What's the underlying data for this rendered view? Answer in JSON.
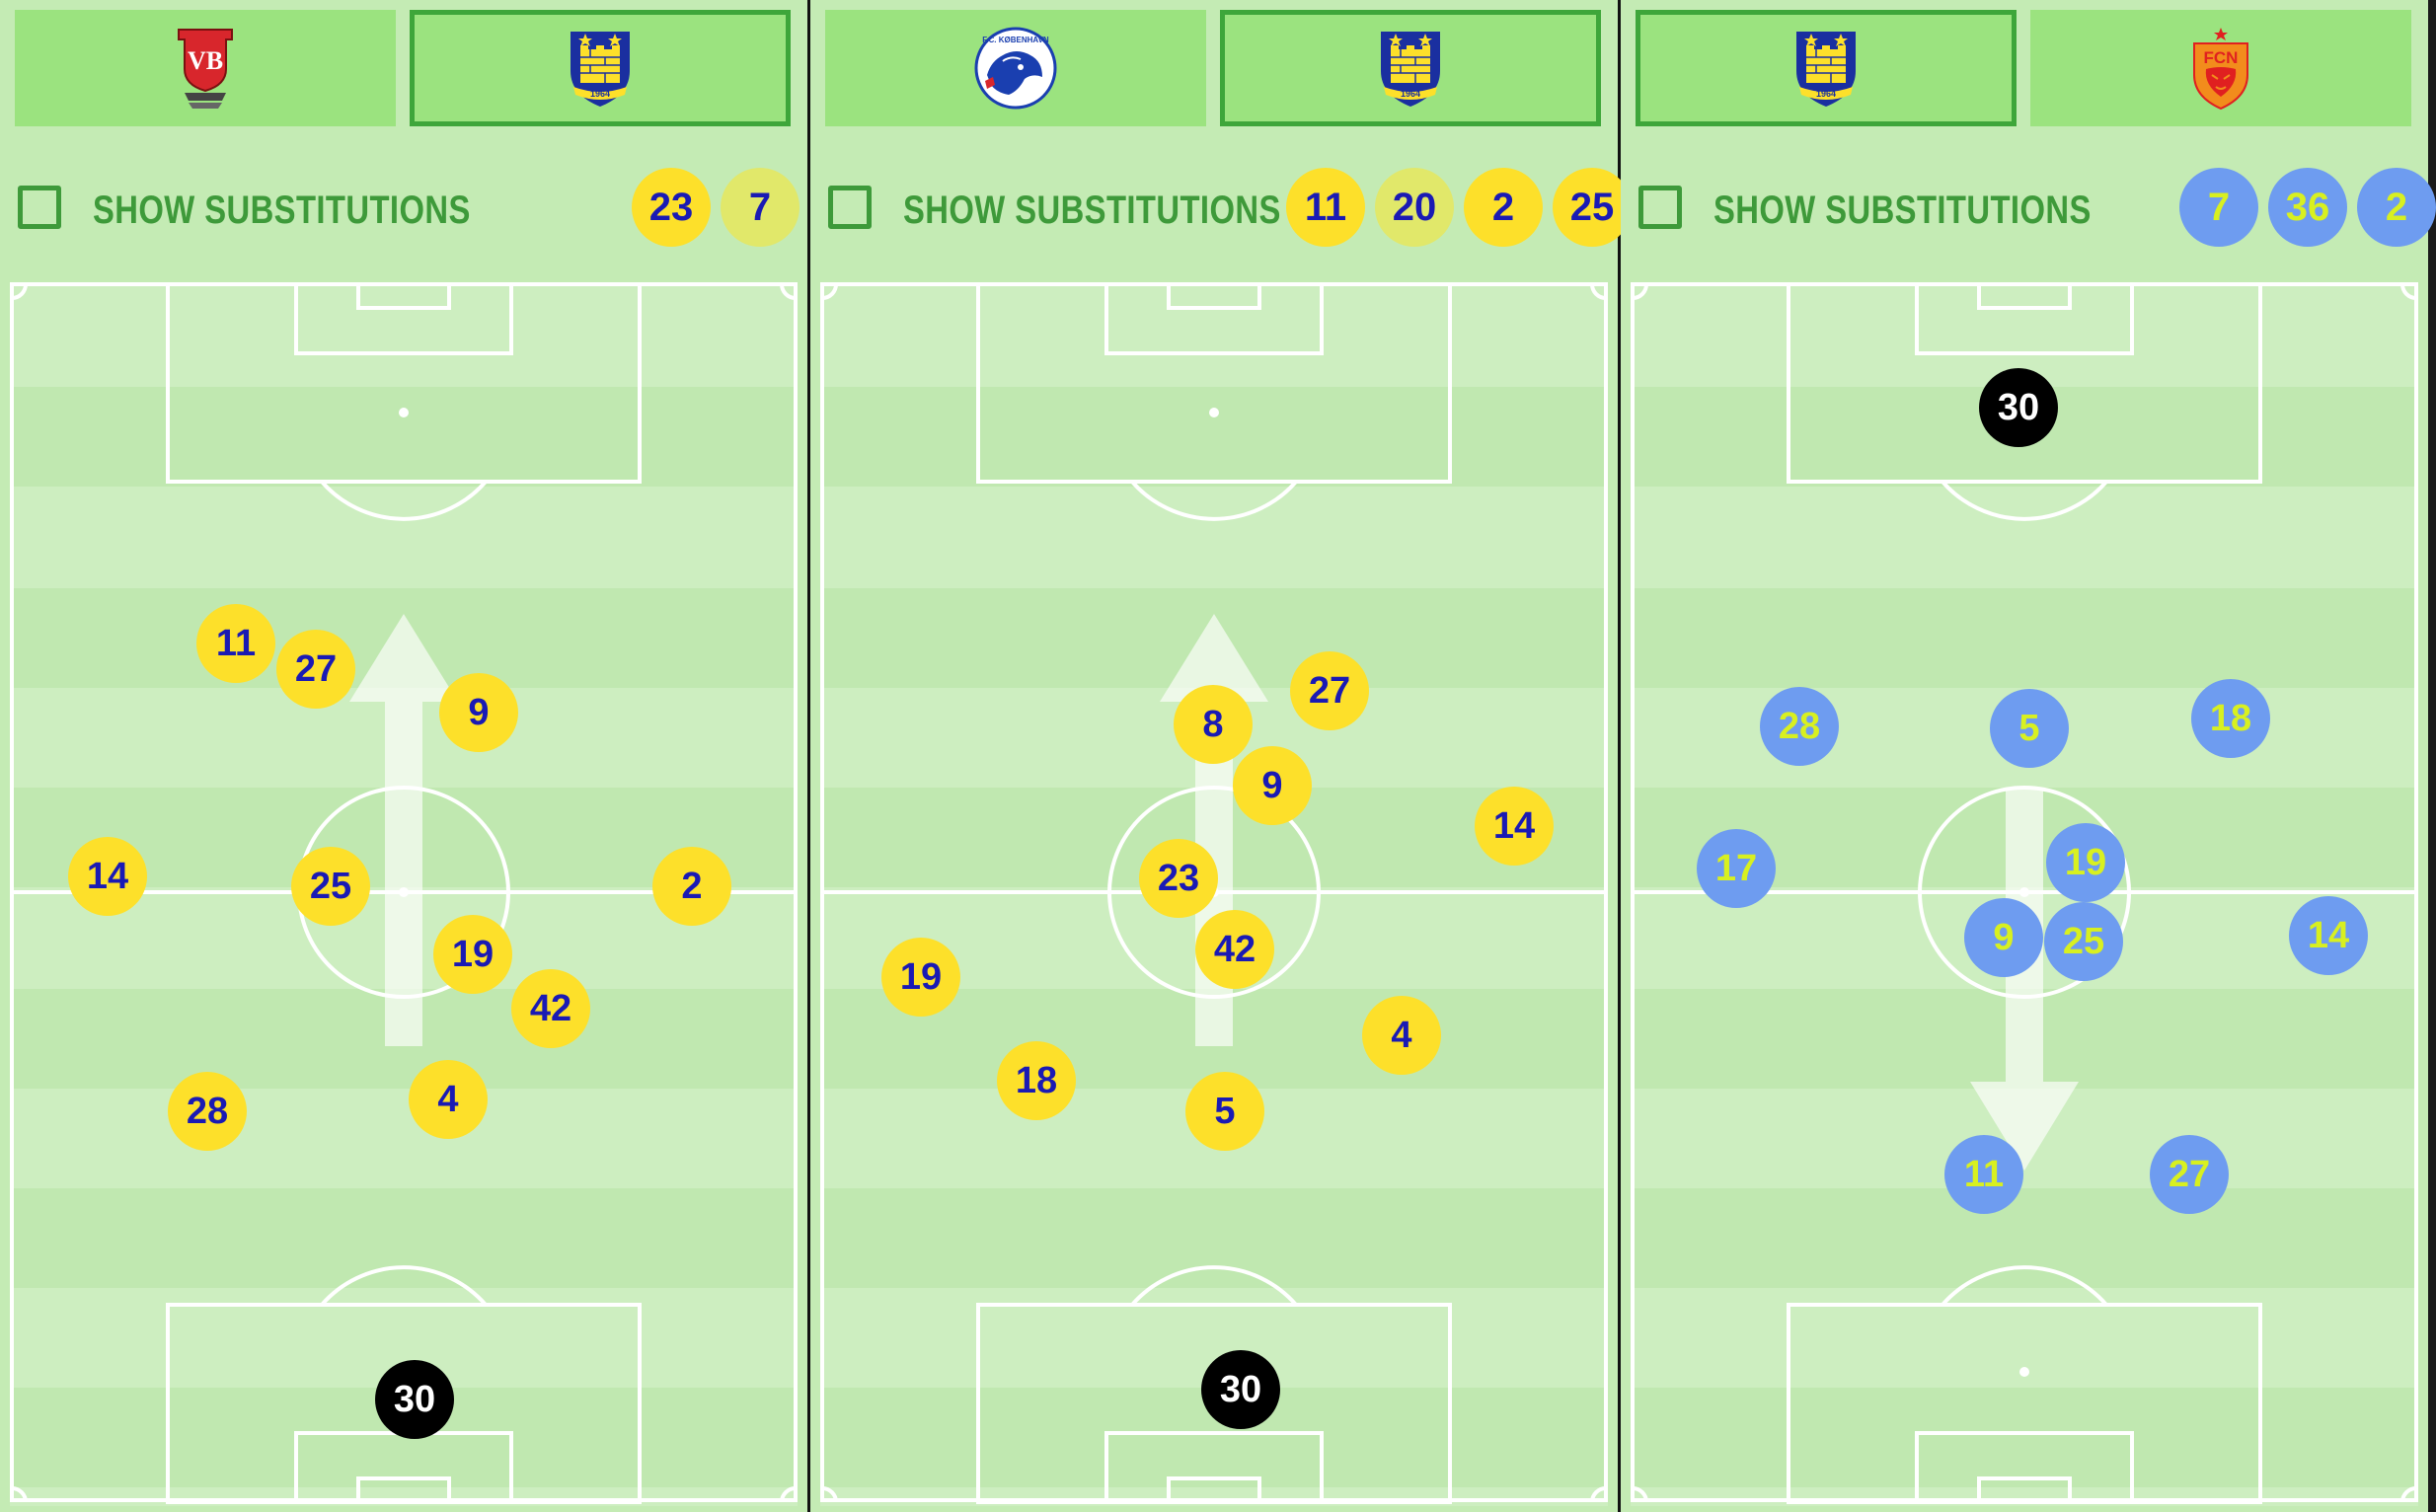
{
  "colors": {
    "pitch_light": "#cdeec0",
    "pitch_dark": "#c0e8b0",
    "tab_bg": "#9be37f",
    "tab_border": "#3ea63a",
    "label": "#3e9a3a",
    "yellow_player": "#fde02a",
    "yellow_number": "#1a1ab4",
    "blue_player": "#6e9cf0",
    "blue_number": "#d8f020",
    "keeper": "#000000"
  },
  "panels": [
    {
      "tabs": [
        {
          "team": "Vejle Boldklub",
          "crest": "vejle-crest-icon",
          "selected": false
        },
        {
          "team": "Brøndby IF",
          "crest": "brondby-crest-icon",
          "selected": true
        }
      ],
      "show_substitutions": {
        "label": "SHOW SUBSTITUTIONS",
        "checked": false
      },
      "subs": [
        {
          "number": "23",
          "style": "active"
        },
        {
          "number": "7",
          "style": "faded"
        }
      ],
      "direction": "up",
      "players": [
        {
          "number": "11",
          "kind": "yellow"
        },
        {
          "number": "27",
          "kind": "yellow"
        },
        {
          "number": "9",
          "kind": "yellow"
        },
        {
          "number": "14",
          "kind": "yellow"
        },
        {
          "number": "25",
          "kind": "yellow"
        },
        {
          "number": "2",
          "kind": "yellow"
        },
        {
          "number": "19",
          "kind": "yellow"
        },
        {
          "number": "42",
          "kind": "yellow"
        },
        {
          "number": "28",
          "kind": "yellow"
        },
        {
          "number": "4",
          "kind": "yellow"
        },
        {
          "number": "30",
          "kind": "keeper"
        }
      ]
    },
    {
      "tabs": [
        {
          "team": "F.C. København",
          "crest": "fck-crest-icon",
          "selected": false
        },
        {
          "team": "Brøndby IF",
          "crest": "brondby-crest-icon",
          "selected": true
        }
      ],
      "show_substitutions": {
        "label": "SHOW SUBSTITUTIONS",
        "checked": false
      },
      "subs": [
        {
          "number": "11",
          "style": "active"
        },
        {
          "number": "20",
          "style": "faded"
        },
        {
          "number": "2",
          "style": "active"
        },
        {
          "number": "25",
          "style": "active"
        }
      ],
      "direction": "up",
      "players": [
        {
          "number": "8",
          "kind": "yellow"
        },
        {
          "number": "27",
          "kind": "yellow"
        },
        {
          "number": "9",
          "kind": "yellow"
        },
        {
          "number": "14",
          "kind": "yellow"
        },
        {
          "number": "23",
          "kind": "yellow"
        },
        {
          "number": "42",
          "kind": "yellow"
        },
        {
          "number": "19",
          "kind": "yellow"
        },
        {
          "number": "4",
          "kind": "yellow"
        },
        {
          "number": "18",
          "kind": "yellow"
        },
        {
          "number": "5",
          "kind": "yellow"
        },
        {
          "number": "30",
          "kind": "keeper"
        }
      ]
    },
    {
      "tabs": [
        {
          "team": "Brøndby IF",
          "crest": "brondby-crest-icon",
          "selected": true
        },
        {
          "team": "FC Nordsjælland",
          "crest": "fcn-crest-icon",
          "selected": false
        }
      ],
      "show_substitutions": {
        "label": "SHOW SUBSTITUTIONS",
        "checked": false
      },
      "subs": [
        {
          "number": "7",
          "style": "blue"
        },
        {
          "number": "36",
          "style": "blue"
        },
        {
          "number": "2",
          "style": "blue"
        }
      ],
      "direction": "down",
      "players": [
        {
          "number": "30",
          "kind": "keeper"
        },
        {
          "number": "28",
          "kind": "blue"
        },
        {
          "number": "5",
          "kind": "blue"
        },
        {
          "number": "18",
          "kind": "blue"
        },
        {
          "number": "17",
          "kind": "blue"
        },
        {
          "number": "19",
          "kind": "blue"
        },
        {
          "number": "9",
          "kind": "blue"
        },
        {
          "number": "25",
          "kind": "blue"
        },
        {
          "number": "14",
          "kind": "blue"
        },
        {
          "number": "11",
          "kind": "blue"
        },
        {
          "number": "27",
          "kind": "blue"
        }
      ]
    }
  ]
}
